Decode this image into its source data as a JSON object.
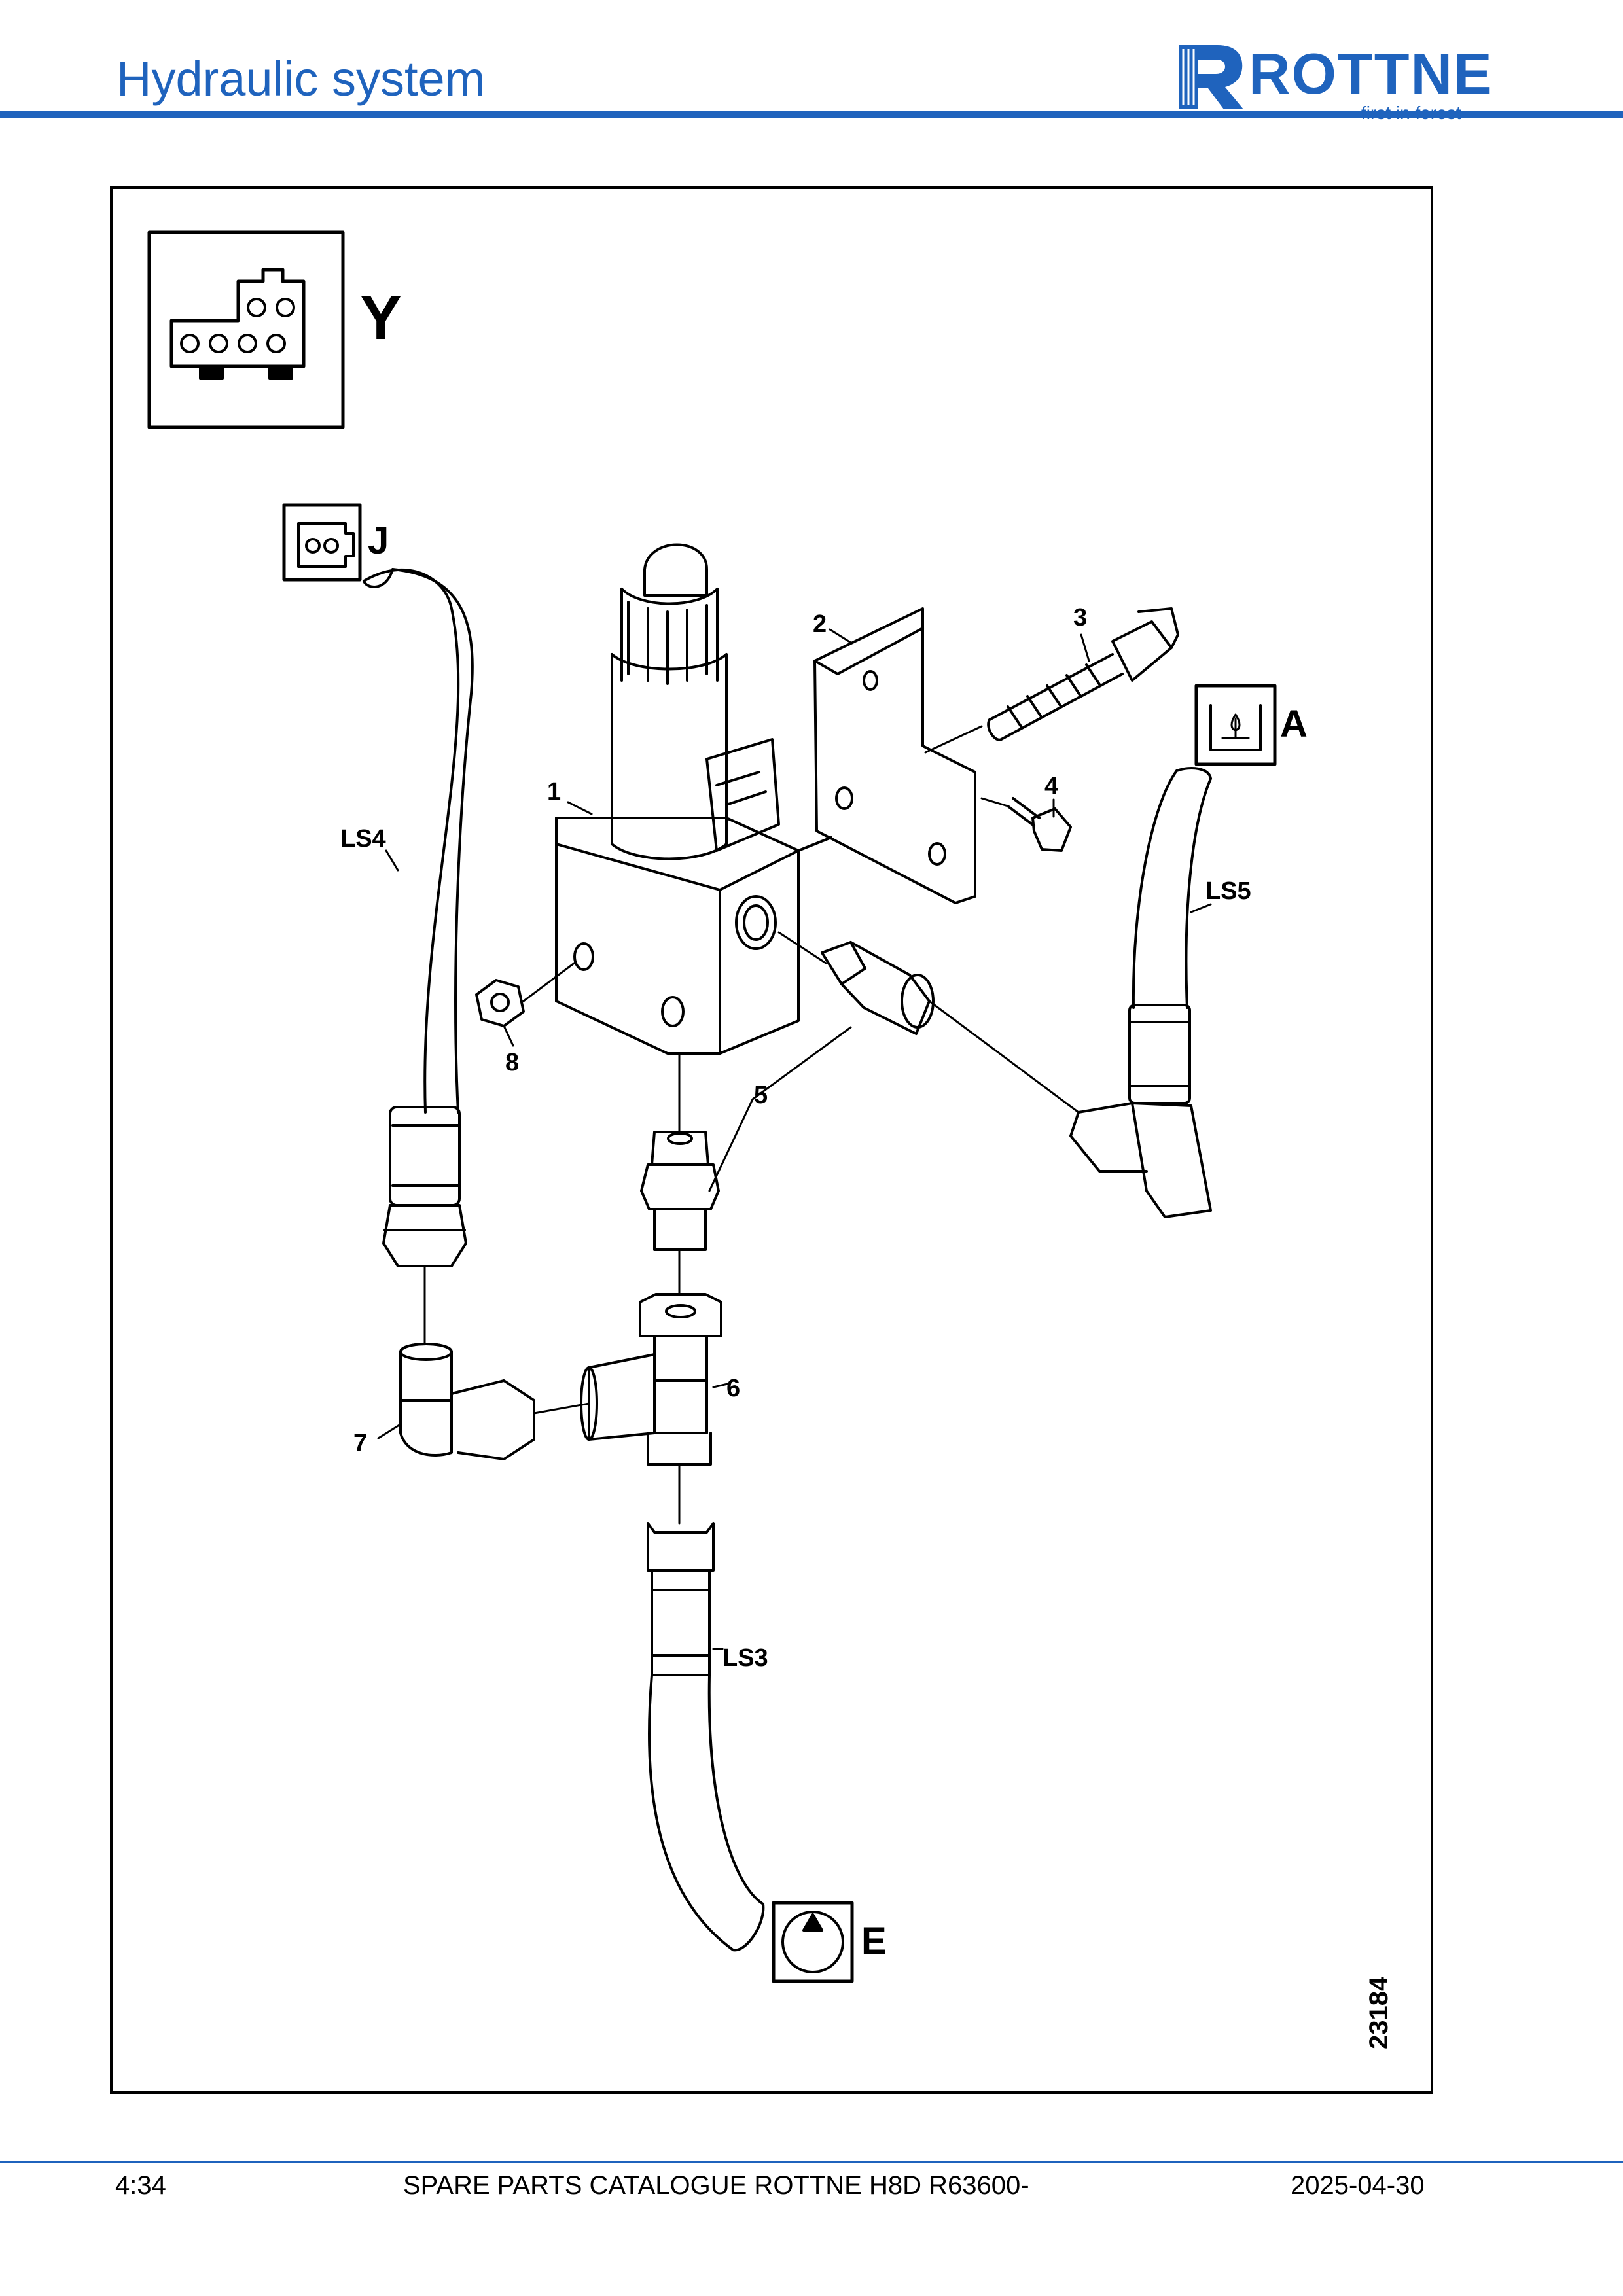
{
  "header": {
    "title": "Hydraulic system",
    "logo_word": "ROTTNE",
    "logo_tagline": "first in forest"
  },
  "diagram": {
    "connector_y_label": "Y",
    "connector_j_label": "J",
    "symbol_a_label": "A",
    "symbol_e_label": "E",
    "drawing_number": "23184",
    "callouts": {
      "p1": "1",
      "p2": "2",
      "p3": "3",
      "p4": "4",
      "p5": "5",
      "p6": "6",
      "p7": "7",
      "p8": "8"
    },
    "hoses": {
      "ls3": "LS3",
      "ls4": "LS4",
      "ls5": "LS5"
    }
  },
  "footer": {
    "page": "4:34",
    "catalogue": "SPARE PARTS CATALOGUE ROTTNE H8D R63600-",
    "date": "2025-04-30"
  },
  "colors": {
    "brand": "#1f63bd",
    "line": "#000000"
  }
}
